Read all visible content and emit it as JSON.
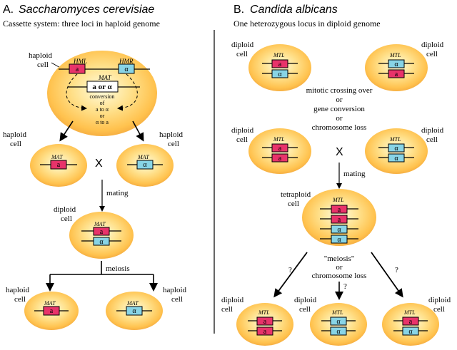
{
  "panel_a": {
    "letter": "A.",
    "species": "Saccharomyces cerevisiae",
    "subtitle": "Cassette system:  three loci in haploid genome",
    "top_cell_label_1": "haploid",
    "top_cell_label_2": "cell",
    "hml_label": "HML",
    "hmr_label": "HMR",
    "hml_allele": "a",
    "hmr_allele": "α",
    "mat_label": "MAT",
    "mat_box": "a or α",
    "conversion_lines": [
      "conversion",
      "of",
      "a to α",
      "or",
      "α to a"
    ],
    "left_cell_label_1": "haploid",
    "left_cell_label_2": "cell",
    "right_cell_label_1": "haploid",
    "right_cell_label_2": "cell",
    "left_allele": "a",
    "right_allele": "α",
    "cross": "X",
    "mating": "mating",
    "diploid_label_1": "diploid",
    "diploid_label_2": "cell",
    "diploid_alleles": [
      "a",
      "α"
    ],
    "meiosis": "meiosis",
    "bottom_left_label_1": "haploid",
    "bottom_left_label_2": "cell",
    "bottom_right_label_1": "haploid",
    "bottom_right_label_2": "cell",
    "bottom_left_allele": "a",
    "bottom_right_allele": "α"
  },
  "panel_b": {
    "letter": "B.",
    "species": "Candida albicans",
    "subtitle": "One heterozygous locus in diploid genome",
    "locus_label": "MTL",
    "diploid_label_1": "diploid",
    "cell_label": "cell",
    "top_left_alleles": [
      "a",
      "α"
    ],
    "top_right_alleles": [
      "α",
      "a"
    ],
    "mechanism_lines": [
      "mitotic crossing over",
      "or",
      "gene conversion",
      "or",
      "chromosome loss"
    ],
    "mid_left_alleles": [
      "a",
      "a"
    ],
    "mid_right_alleles": [
      "α",
      "α"
    ],
    "cross": "X",
    "mating": "mating",
    "tetraploid_label_1": "tetraploid",
    "tetraploid_alleles": [
      "a",
      "a",
      "α",
      "α"
    ],
    "meiosis_lines": [
      "\"meiosis\"",
      "or",
      "chromosome loss"
    ],
    "question": "?",
    "bottom_left_alleles": [
      "a",
      "a"
    ],
    "bottom_mid_alleles": [
      "α",
      "α"
    ],
    "bottom_right_alleles": [
      "a",
      "α"
    ]
  },
  "colors": {
    "allele_a": "#e8336a",
    "allele_alpha": "#88d4e6",
    "cell_center": "#fffde0",
    "cell_mid": "#ffd16a",
    "cell_edge": "#f0a23a"
  }
}
